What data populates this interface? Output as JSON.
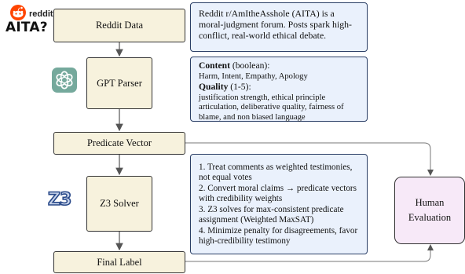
{
  "logos": {
    "reddit_word": "reddit",
    "reddit_aita": "AITA?",
    "reddit_icon": "reddit-alien-icon",
    "gpt_icon": "openai-logo-icon",
    "z3_text": "Z3"
  },
  "stages": {
    "reddit": "Reddit Data",
    "gpt": "GPT Parser",
    "predicate": "Predicate Vector",
    "z3": "Z3 Solver",
    "final": "Final Label"
  },
  "human": {
    "line1": "Human",
    "line2": "Evaluation"
  },
  "notes": {
    "reddit": "Reddit r/AmItheAsshole (AITA) is a moral-judgment forum. Posts spark high-conflict, real-world ethical debate.",
    "gpt": {
      "content_title": "Content",
      "content_type": " (boolean):",
      "content_items": "Harm, Intent, Empathy, Apology",
      "quality_title": "Quality",
      "quality_range": " (1-5):",
      "quality_items": "justification strength, ethical principle articulation, deliberative quality, fairness of blame, and non biased language"
    },
    "z3": [
      "1. Treat comments as weighted testimonies, not equal votes",
      "2. Convert moral claims → predicate vectors with credibility weights",
      "3. Z3 solves for max-consistent predicate assignment (Weighted MaxSAT)",
      "4. Minimize penalty for disagreements, favor high-credibility testimony"
    ]
  },
  "colors": {
    "stage_fill": "#f7f2dd",
    "note_fill": "#eaf1fc",
    "human_fill": "#f7e9f8",
    "reddit_orange": "#ff4500",
    "openai_green": "#75a99c",
    "z3_blue": "#2a4a8a",
    "arrow": "#555555"
  }
}
